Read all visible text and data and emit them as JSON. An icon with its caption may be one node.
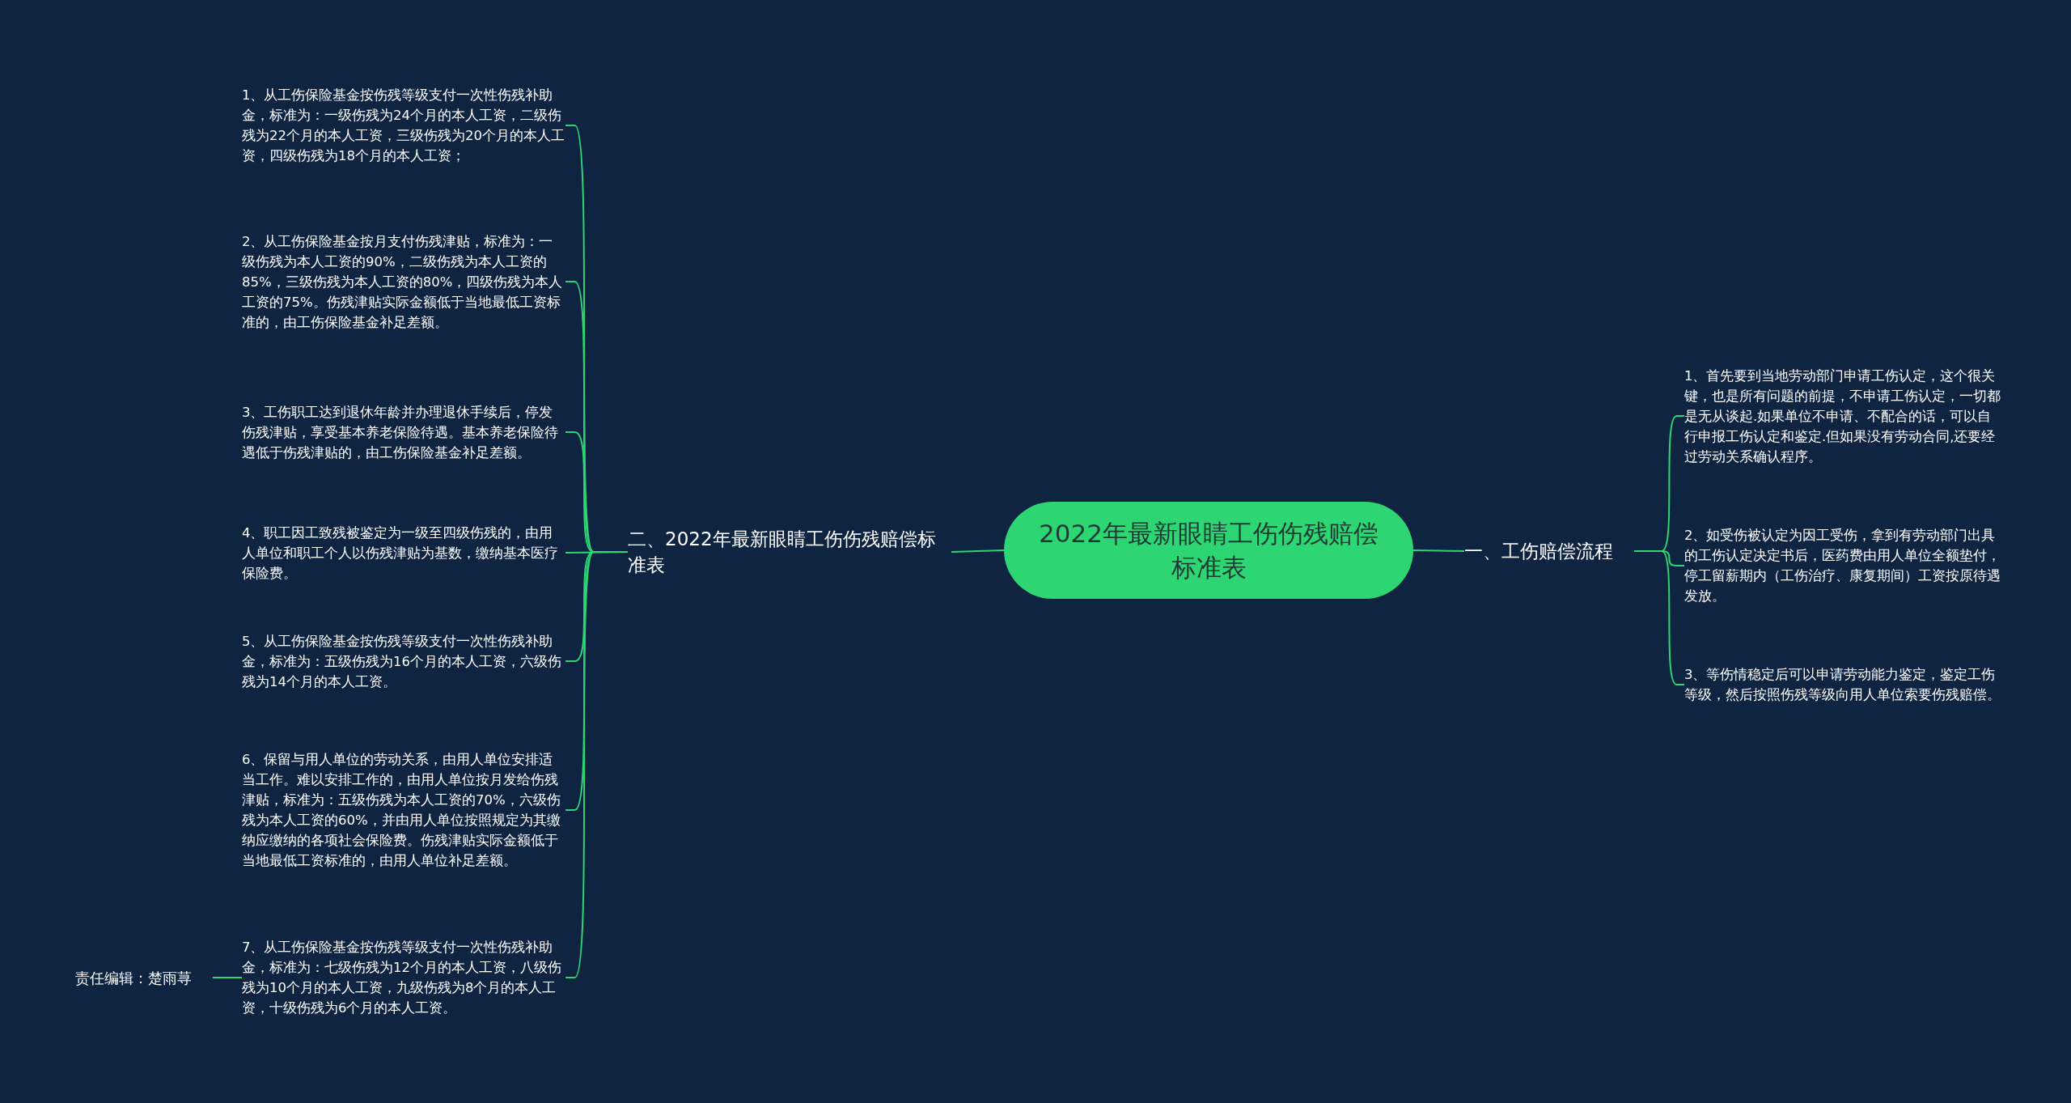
{
  "diagram": {
    "nodes": [
      {
        "text": [
          "2022年最新眼睛工伤伤残赔偿标准表"
        ]
      },
      {
        "text": [
          "一、工伤赔偿流程"
        ]
      },
      {
        "text": [
          "1、首先要到当地劳动部门申请工伤认定，这个很关键，也是所有问题的前提，不申请工伤认定，一切都是无从谈起.如果单位不申请、不配合的话，可以自行申报工伤认定和鉴定.但如果没有劳动合同,还要经过劳动关系确认程序。"
        ]
      },
      {
        "text": [
          "2、如受伤被认定为因工受伤，拿到有劳动部门出具的工伤认定决定书后，医药费由用人单位全额垫付，停工留薪期内（工伤治疗、康复期间）工资按原待遇发放。"
        ]
      },
      {
        "text": [
          "3、等伤情稳定后可以申请劳动能力鉴定，鉴定工伤等级，然后按照伤残等级向用人单位索要伤残赔偿。"
        ]
      },
      {
        "text": [
          "二、2022年最新眼睛工伤伤残赔偿标准表"
        ]
      },
      {
        "text": [
          "1、从工伤保险基金按伤残等级支付一次性伤残补助金，标准为：一级伤残为24个月的本人工资，二级伤残为22个月的本人工资，三级伤残为20个月的本人工资，四级伤残为18个月的本人工资；"
        ]
      },
      {
        "text": [
          "2、从工伤保险基金按月支付伤残津贴，标准为：一级伤残为本人工资的90%，二级伤残为本人工资的85%，三级伤残为本人工资的80%，四级伤残为本人工资的75%。伤残津贴实际金额低于当地最低工资标准的，由工伤保险基金补足差额。"
        ]
      },
      {
        "text": [
          "3、工伤职工达到退休年龄并办理退休手续后，停发伤残津贴，享受基本养老保险待遇。基本养老保险待遇低于伤残津贴的，由工伤保险基金补足差额。"
        ]
      },
      {
        "text": [
          "4、职工因工致残被鉴定为一级至四级伤残的，由用人单位和职工个人以伤残津贴为基数，缴纳基本医疗保险费。"
        ]
      },
      {
        "text": [
          "5、从工伤保险基金按伤残等级支付一次性伤残补助金，标准为：五级伤残为16个月的本人工资，六级伤残为14个月的本人工资。"
        ]
      },
      {
        "text": [
          "6、保留与用人单位的劳动关系，由用人单位安排适当工作。难以安排工作的，由用人单位按月发给伤残津贴，标准为：五级伤残为本人工资的70%，六级伤残为本人工资的60%，并由用人单位按照规定为其缴纳应缴纳的各项社会保险费。伤残津贴实际金额低于当地最低工资标准的，由用人单位补足差额。"
        ]
      },
      {
        "text": [
          "7、从工伤保险基金按伤残等级支付一次性伤残补助金，标准为：七级伤残为12个月的本人工资，八级伤残为10个月的本人工资，九级伤残为8个月的本人工资，十级伤残为6个月的本人工资。"
        ]
      },
      {
        "text": [
          "责任编辑：楚雨荨"
        ]
      }
    ],
    "edges": [
      {
        "from": 0,
        "to": 1,
        "arrow": "none"
      },
      {
        "from": 1,
        "to": 2,
        "arrow": "none"
      },
      {
        "from": 1,
        "to": 3,
        "arrow": "none"
      },
      {
        "from": 1,
        "to": 4,
        "arrow": "none"
      },
      {
        "from": 0,
        "to": 5,
        "arrow": "none"
      },
      {
        "from": 5,
        "to": 6,
        "arrow": "none"
      },
      {
        "from": 5,
        "to": 7,
        "arrow": "none"
      },
      {
        "from": 5,
        "to": 8,
        "arrow": "none"
      },
      {
        "from": 5,
        "to": 9,
        "arrow": "none"
      },
      {
        "from": 5,
        "to": 10,
        "arrow": "none"
      },
      {
        "from": 5,
        "to": 11,
        "arrow": "none"
      },
      {
        "from": 5,
        "to": 12,
        "arrow": "none"
      },
      {
        "from": 13,
        "to": 12,
        "arrow": "none"
      }
    ]
  }
}
